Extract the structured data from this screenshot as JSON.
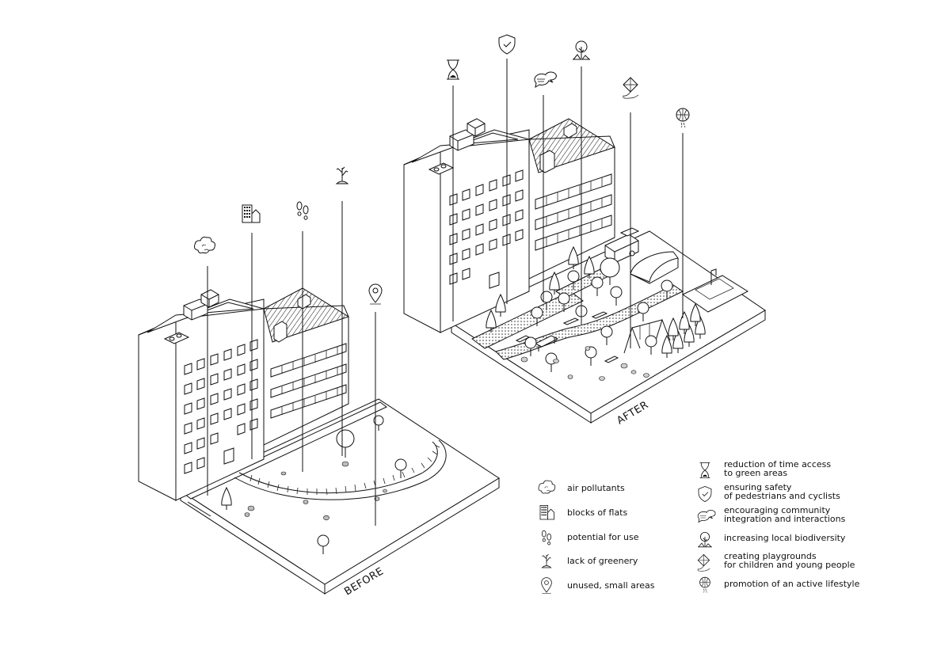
{
  "before_label": "BEFORE",
  "after_label": "AFTER",
  "legend_left": [
    {
      "icon": "cloud-icon",
      "text": "air pollutants"
    },
    {
      "icon": "building-icon",
      "text": "blocks of flats"
    },
    {
      "icon": "footprints-icon",
      "text": "potential for use"
    },
    {
      "icon": "dry-plant-icon",
      "text": "lack of greenery"
    },
    {
      "icon": "location-pin-icon",
      "text": "unused, small areas"
    }
  ],
  "legend_right": [
    {
      "icon": "hourglass-icon",
      "lines": [
        "reduction of time access",
        "to green areas"
      ]
    },
    {
      "icon": "shield-icon",
      "lines": [
        "ensuring safety",
        "of pedestrians and cyclists"
      ]
    },
    {
      "icon": "speech-bubbles-icon",
      "lines": [
        "encouraging community",
        "integration and interactions"
      ]
    },
    {
      "icon": "tree-icon",
      "lines": [
        "increasing local biodiversity"
      ]
    },
    {
      "icon": "kite-icon",
      "lines": [
        "creating playgrounds",
        "for children and young people"
      ]
    },
    {
      "icon": "basketball-icon",
      "lines": [
        "promotion of an active lifestyle"
      ]
    }
  ]
}
